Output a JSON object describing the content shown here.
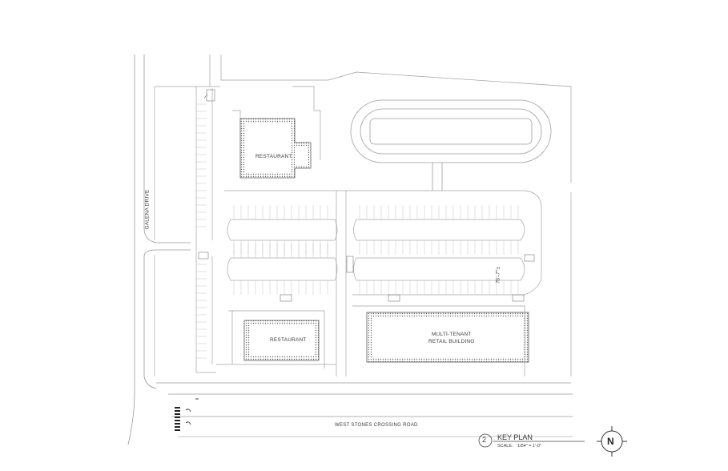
{
  "streets": {
    "west": "GALENA DRIVE",
    "south": "WEST STONES CROSSING ROAD"
  },
  "buildings": {
    "north_restaurant": "RESTAURANT",
    "south_restaurant": "RESTAURANT",
    "retail_line1": "MULTI-TENANT",
    "retail_line2": "RETAIL BUILDING"
  },
  "dimension": "76'-7\"±",
  "key_plan": {
    "number": "2",
    "title": "KEY PLAN",
    "scale_label": "SCALE:",
    "scale_value": "1/64\" = 1'-0\""
  },
  "north_arrow": "N",
  "colors": {
    "linework": "#8a8a8a",
    "text": "#3a3a3a",
    "hatch": "#555555"
  }
}
